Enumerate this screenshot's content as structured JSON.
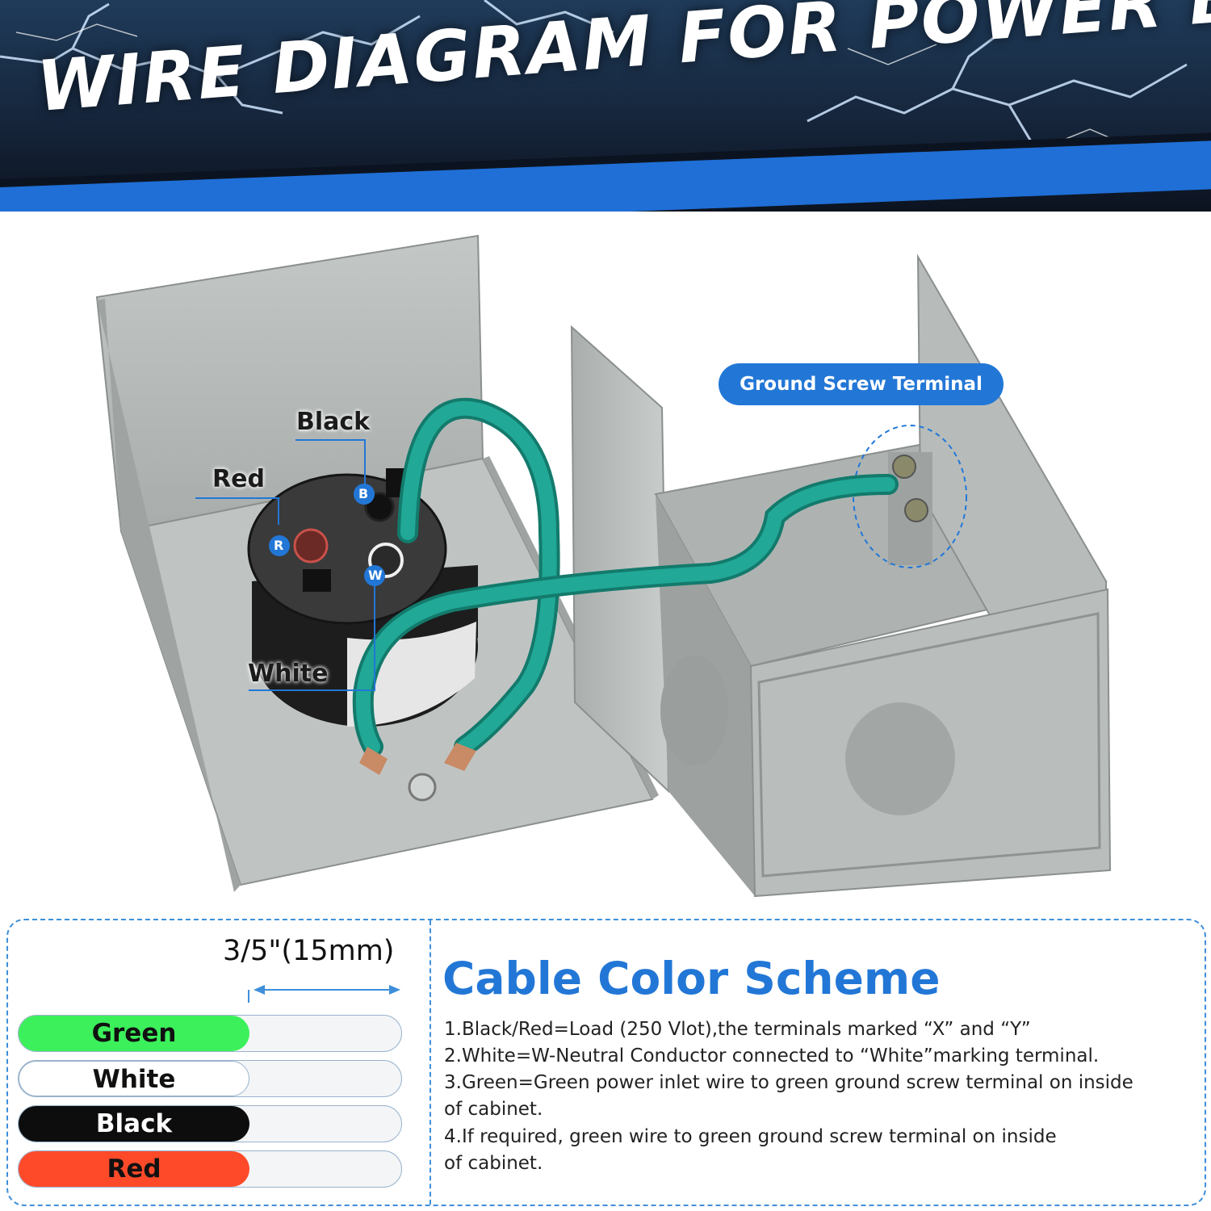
{
  "header": {
    "title": "WIRE DIAGRAM FOR POWER BOX"
  },
  "callouts": {
    "black": "Black",
    "red": "Red",
    "white": "White",
    "terminal_r": "R",
    "terminal_b": "B",
    "terminal_w": "W",
    "ground": "Ground Screw Terminal"
  },
  "strip": {
    "label": "3/5\"(15mm)"
  },
  "wires": [
    {
      "label": "Green",
      "fill": "#3bf05a",
      "text": "#111111"
    },
    {
      "label": "White",
      "fill": "#ffffff",
      "text": "#111111"
    },
    {
      "label": "Black",
      "fill": "#0d0d0d",
      "text": "#ffffff"
    },
    {
      "label": "Red",
      "fill": "#ff4a2a",
      "text": "#111111"
    }
  ],
  "scheme": {
    "title": "Cable Color Scheme",
    "lines": [
      "1.Black/Red=Load (250 Vlot),the terminals marked “X” and “Y”",
      "2.White=W-Neutral Conductor connected to “White”marking terminal.",
      "3.Green=Green power inlet wire to green ground screw terminal on inside",
      " of cabinet.",
      "4.If required, green wire to green ground screw terminal on inside",
      "of cabinet."
    ]
  },
  "colors": {
    "accent": "#2277d6",
    "wire_green": "#199c8c",
    "metal": "#b4b9b7"
  }
}
